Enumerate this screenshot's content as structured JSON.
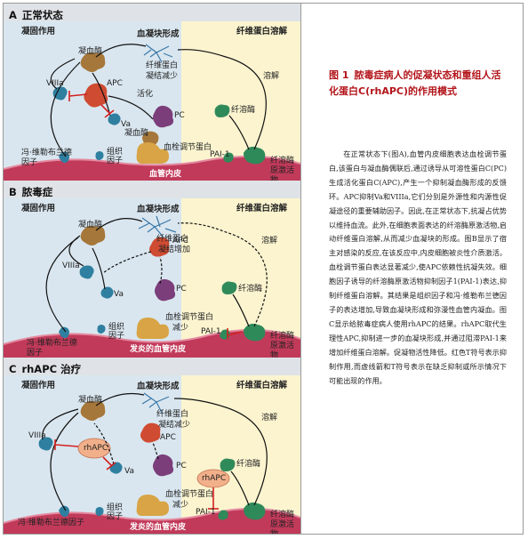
{
  "figure": {
    "panels": [
      {
        "id": "A",
        "letter": "A",
        "title": "正常状态",
        "labels": {
          "coag_zone": "凝固作用",
          "fib_zone": "纤维蛋白溶解",
          "clot_title": "血凝块形成",
          "fibrin": "纤维蛋白",
          "fibrin_note": "凝结减少",
          "thrombin_top": "凝血酶",
          "viiia": "VIIIa",
          "apc": "APC",
          "va": "Va",
          "activation": "活化",
          "pc": "PC",
          "thrombin_mid": "凝血酶",
          "thrombomodulin": "血栓调节蛋白",
          "vwf": "冯·维勒布兰德因子",
          "tissue_factor": "组织因子",
          "endothelium": "血管内皮",
          "pai1": "PAI-1",
          "lysis": "溶解",
          "plasmin": "纤溶酶",
          "plasminogen_activator": "纤溶酶原激活物"
        }
      },
      {
        "id": "B",
        "letter": "B",
        "title": "脓毒症",
        "labels": {
          "coag_zone": "凝固作用",
          "fib_zone": "纤维蛋白溶解",
          "clot_title": "血凝块形成",
          "fibrin": "纤维蛋白",
          "fibrin_note": "凝结增加",
          "thrombin_top": "凝血酶",
          "viiia": "VIIIa",
          "apc": "APC",
          "va": "Va",
          "pc": "PC",
          "thrombomodulin": "血栓调节蛋白",
          "tm_note": "减少",
          "vwf": "冯·维勒布兰德因子",
          "tissue_factor": "组织因子",
          "endothelium": "发炎的血管内皮",
          "pai1": "PAI-1",
          "lysis": "溶解",
          "plasmin": "纤溶酶",
          "plasminogen_activator": "纤溶酶原激活物"
        }
      },
      {
        "id": "C",
        "letter": "C",
        "title": "rhAPC 治疗",
        "labels": {
          "coag_zone": "凝固作用",
          "fib_zone": "纤维蛋白溶解",
          "clot_title": "血凝块形成",
          "fibrin": "纤维蛋白",
          "fibrin_note": "凝结减少",
          "thrombin_top": "凝血酶",
          "viiia": "VIIIa",
          "rhapc_left": "rhAPC",
          "apc": "APC",
          "va": "Va",
          "pc": "PC",
          "rhapc_right": "rhAPC",
          "thrombomodulin": "血栓调节蛋白",
          "tm_note": "减少",
          "vwf": "冯·维勒布兰德因子",
          "tissue_factor": "组织因子",
          "endothelium": "发炎的血管内皮",
          "pai1": "PAI-1",
          "lysis": "溶解",
          "plasmin": "纤溶酶",
          "plasminogen_activator": "纤溶酶原激活物"
        }
      }
    ]
  },
  "caption": {
    "fig_num": "图 1",
    "title": "脓毒症病人的促凝状态和重组人活化蛋白C(rhAPC)的作用模式",
    "body": "在正常状态下(图A),血管内皮细胞表达血栓调节蛋白,该蛋白与凝血酶偶联后,通过诱导从可溶性蛋白C(PC)生成活化蛋白C(APC),产生一个抑制凝血酶形成的反馈环。APC抑制Va和VIIIa,它们分别是外源性和内源性促凝途径的重要辅助因子。因此,在正常状态下,抗凝占优势以维持血流。此外,在细胞表面表达的纤溶酶原激活物,启动纤维蛋白溶解,从而减少血凝块的形成。图B显示了宿主对感染的反应,在该反应中,内皮细胞被炎性介质激活。血栓调节蛋白表达显著减少,使APC依赖性抗凝失效。细胞因子诱导的纤溶酶原激活物抑制因子1(PAI-1)表达,抑制纤维蛋白溶解。其结果是组织因子和冯·维勒布兰德因子的表达增加,导致血凝块形成和弥漫性血管内凝血。图C显示给脓毒症病人使用rhAPC的结果。rhAPC取代生理性APC,抑制进一步的血凝块形成,并通过阻滞PAI-1来增加纤维蛋白溶解。促凝物活性降低。红色T符号表示抑制作用,而虚线箭和T符号表示在缺乏抑制或所示情况下可能出现的作用。"
  },
  "colors": {
    "caption_red": "#b3151b",
    "fibrinolysis_zone": "#fbf4cf",
    "coag_zone": "#d9e6ef",
    "endothelium": "#c13a5a",
    "thrombin": "#a6773a",
    "apc": "#cf4b32",
    "va_viiia": "#2f7fa0",
    "pc": "#7b3e7a",
    "thrombomodulin": "#d8a445",
    "plasmin": "#2f8a5a",
    "rhapc_fill": "#f2b08a",
    "inhibition": "#d42020"
  }
}
